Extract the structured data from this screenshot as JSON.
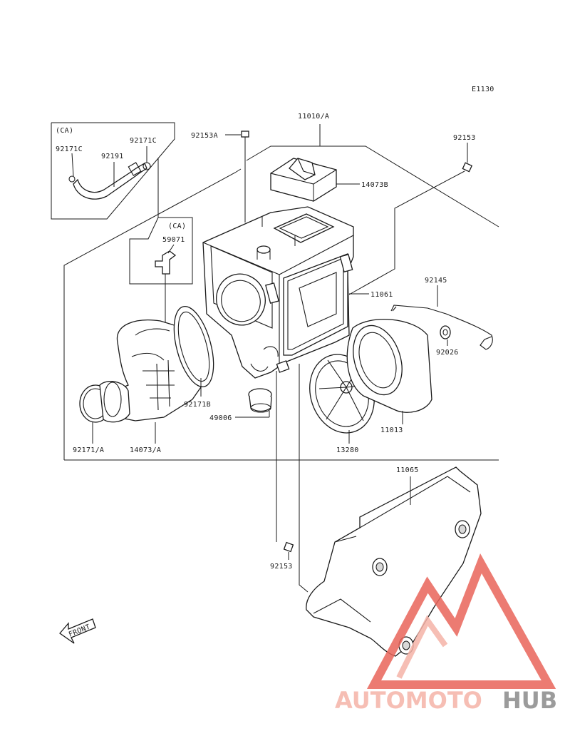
{
  "diagram_code": "E1130",
  "labels": {
    "box_top": "(CA)",
    "box_mid": "(CA)",
    "p92171c_a": "92171C",
    "p92191": "92191",
    "p92171c_b": "92171C",
    "p92153a": "92153A",
    "p11010a": "11010/A",
    "p92153_top": "92153",
    "p14073b": "14073B",
    "p59071": "59071",
    "p11061": "11061",
    "p92145": "92145",
    "p92026": "92026",
    "p92171b": "92171B",
    "p49006": "49006",
    "p11013": "11013",
    "p92171a": "92171/A",
    "p14073a": "14073/A",
    "p13280": "13280",
    "p11065": "11065",
    "p92153_bot": "92153",
    "front": "FRONT"
  },
  "watermark": {
    "part1": "AUTOMOTO",
    "part2": "HUB",
    "color_main": "#f5b3a8",
    "color_accent": "#e9655a",
    "color_hub": "#8a8a8a"
  }
}
